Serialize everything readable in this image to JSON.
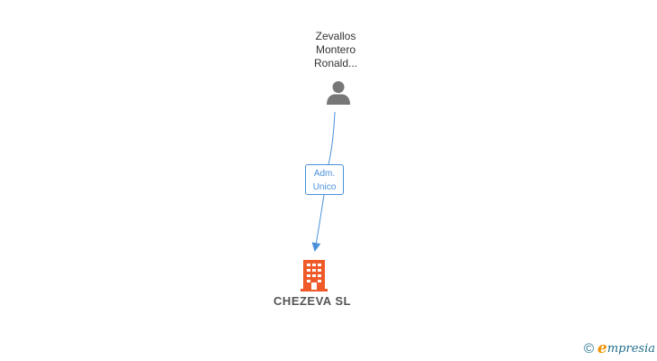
{
  "person": {
    "name_lines": [
      "Zevallos",
      "Montero",
      "Ronald..."
    ],
    "icon": "person-icon"
  },
  "relation": {
    "role_lines": [
      "Adm.",
      "Unico"
    ]
  },
  "company": {
    "name": "CHEZEVA SL",
    "icon": "building-icon"
  },
  "brand": {
    "copyright_symbol": "©",
    "initial": "e",
    "rest": "mpresia"
  },
  "colors": {
    "connector": "#4a90d9",
    "company_icon": "#f05a28",
    "person_icon": "#777777",
    "brand_accent": "#f39200",
    "brand_text": "#1f6f8b"
  }
}
